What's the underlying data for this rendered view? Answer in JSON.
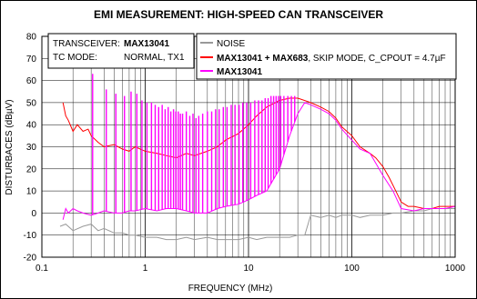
{
  "chart_data": {
    "type": "line",
    "title": "EMI MEASUREMENT: HIGH-SPEED CAN TRANSCEIVER",
    "xlabel": "FREQUENCY (MHz)",
    "ylabel": "DISTURBACES (dBµV)",
    "xscale": "log",
    "xlim": [
      0.1,
      1000
    ],
    "ylim": [
      -20,
      80
    ],
    "x_ticks": [
      "0.1",
      "1",
      "10",
      "100",
      "1000"
    ],
    "y_ticks": [
      "-20",
      "-10",
      "0",
      "10",
      "20",
      "30",
      "40",
      "50",
      "60",
      "70",
      "80"
    ],
    "grid": true,
    "info_box": [
      {
        "label": "TRANSCEIVER:",
        "value": "MAX13041"
      },
      {
        "label": "TC MODE:",
        "value": "NORMAL, TX1"
      }
    ],
    "legend_position": "top-right",
    "series": [
      {
        "name": "NOISE",
        "color": "#999999",
        "points": [
          [
            0.15,
            -6
          ],
          [
            0.17,
            -5
          ],
          [
            0.2,
            -8
          ],
          [
            0.25,
            -6
          ],
          [
            0.3,
            -5
          ],
          [
            0.35,
            -8
          ],
          [
            0.4,
            -7
          ],
          [
            0.5,
            -9
          ],
          [
            0.6,
            -9
          ],
          [
            0.7,
            -10
          ],
          [
            0.8,
            -10
          ],
          [
            1,
            -11
          ],
          [
            1.3,
            -11
          ],
          [
            1.6,
            -12
          ],
          [
            2,
            -12
          ],
          [
            2.5,
            -11
          ],
          [
            3,
            -12
          ],
          [
            4,
            -11
          ],
          [
            5,
            -12
          ],
          [
            6,
            -12
          ],
          [
            8,
            -12
          ],
          [
            10,
            -11
          ],
          [
            12,
            -12
          ],
          [
            15,
            -11
          ],
          [
            20,
            -11
          ],
          [
            25,
            -11
          ],
          [
            30,
            -10
          ],
          [
            35,
            -10
          ],
          [
            40,
            -1
          ],
          [
            50,
            -2
          ],
          [
            60,
            -1
          ],
          [
            70,
            -2
          ],
          [
            80,
            -1
          ],
          [
            100,
            -1
          ],
          [
            120,
            -2
          ],
          [
            150,
            -1
          ],
          [
            200,
            -1
          ],
          [
            250,
            0
          ],
          [
            300,
            0
          ],
          [
            400,
            1
          ],
          [
            500,
            1
          ],
          [
            600,
            2
          ],
          [
            800,
            2
          ],
          [
            1000,
            2
          ]
        ]
      },
      {
        "name": "MAX13041 + MAX683, SKIP MODE, C_CPOUT = 4.7µF",
        "color": "#ff0000",
        "points": [
          [
            0.16,
            50
          ],
          [
            0.17,
            44
          ],
          [
            0.18,
            42
          ],
          [
            0.2,
            37
          ],
          [
            0.22,
            40
          ],
          [
            0.25,
            37
          ],
          [
            0.28,
            38
          ],
          [
            0.3,
            35
          ],
          [
            0.35,
            32
          ],
          [
            0.4,
            30
          ],
          [
            0.5,
            31
          ],
          [
            0.6,
            29
          ],
          [
            0.7,
            28
          ],
          [
            0.8,
            30
          ],
          [
            1,
            28
          ],
          [
            1.3,
            27
          ],
          [
            1.6,
            26
          ],
          [
            2,
            25
          ],
          [
            2.5,
            27
          ],
          [
            3,
            26
          ],
          [
            4,
            28
          ],
          [
            5,
            30
          ],
          [
            6,
            33
          ],
          [
            8,
            36
          ],
          [
            10,
            40
          ],
          [
            12,
            44
          ],
          [
            15,
            48
          ],
          [
            20,
            51
          ],
          [
            25,
            52
          ],
          [
            30,
            52
          ],
          [
            40,
            50
          ],
          [
            50,
            48
          ],
          [
            60,
            46
          ],
          [
            70,
            43
          ],
          [
            80,
            39
          ],
          [
            100,
            35
          ],
          [
            120,
            30
          ],
          [
            150,
            27
          ],
          [
            170,
            25
          ],
          [
            200,
            21
          ],
          [
            230,
            16
          ],
          [
            260,
            11
          ],
          [
            300,
            5
          ],
          [
            350,
            3
          ],
          [
            400,
            3
          ],
          [
            500,
            2
          ],
          [
            600,
            2
          ],
          [
            700,
            3
          ],
          [
            800,
            3
          ],
          [
            1000,
            3
          ]
        ]
      },
      {
        "name": "MAX13041",
        "color": "#ff00ff",
        "points": [
          [
            0.16,
            -3
          ],
          [
            0.17,
            2
          ],
          [
            0.18,
            0
          ],
          [
            0.2,
            2
          ],
          [
            0.22,
            1
          ],
          [
            0.25,
            0
          ],
          [
            0.3,
            -1
          ],
          [
            0.35,
            0
          ],
          [
            0.4,
            1
          ],
          [
            0.5,
            0
          ],
          [
            0.6,
            0
          ],
          [
            0.7,
            1
          ],
          [
            0.8,
            1
          ],
          [
            1,
            2
          ],
          [
            1.3,
            1
          ],
          [
            1.6,
            2
          ],
          [
            2,
            2
          ],
          [
            2.5,
            1
          ],
          [
            3,
            0
          ],
          [
            4,
            0
          ],
          [
            5,
            2
          ],
          [
            6,
            3
          ],
          [
            8,
            4
          ],
          [
            10,
            6
          ],
          [
            12,
            8
          ],
          [
            15,
            10
          ],
          [
            20,
            20
          ],
          [
            25,
            35
          ],
          [
            30,
            45
          ],
          [
            35,
            50
          ],
          [
            40,
            49
          ],
          [
            50,
            47
          ],
          [
            60,
            45
          ],
          [
            70,
            42
          ],
          [
            80,
            38
          ],
          [
            100,
            33
          ],
          [
            120,
            29
          ],
          [
            150,
            27
          ],
          [
            200,
            17
          ],
          [
            250,
            10
          ],
          [
            300,
            2
          ],
          [
            400,
            1
          ],
          [
            500,
            2
          ],
          [
            600,
            2
          ],
          [
            800,
            2
          ],
          [
            1000,
            3
          ]
        ],
        "spikes": [
          [
            0.31,
            63
          ],
          [
            0.42,
            56
          ],
          [
            0.52,
            54
          ],
          [
            0.63,
            53
          ],
          [
            0.73,
            55
          ],
          [
            0.83,
            54
          ],
          [
            0.93,
            51
          ],
          [
            1.04,
            50
          ],
          [
            1.15,
            50
          ],
          [
            1.25,
            49
          ],
          [
            1.35,
            48
          ],
          [
            1.46,
            49
          ],
          [
            1.56,
            47
          ],
          [
            1.67,
            48
          ],
          [
            1.77,
            46
          ],
          [
            1.88,
            47
          ],
          [
            1.98,
            46
          ],
          [
            2.09,
            46
          ],
          [
            2.19,
            45
          ],
          [
            2.3,
            45
          ],
          [
            2.5,
            46
          ],
          [
            2.7,
            44
          ],
          [
            2.9,
            45
          ],
          [
            3.1,
            43
          ],
          [
            3.3,
            44
          ],
          [
            3.6,
            45
          ],
          [
            4.0,
            46
          ],
          [
            4.4,
            46
          ],
          [
            4.8,
            47
          ],
          [
            5.2,
            47
          ],
          [
            5.7,
            48
          ],
          [
            6.2,
            48
          ],
          [
            6.8,
            49
          ],
          [
            7.4,
            49
          ],
          [
            8.1,
            49
          ],
          [
            8.8,
            50
          ],
          [
            9.6,
            50
          ],
          [
            10.5,
            50
          ],
          [
            11.5,
            51
          ],
          [
            12.5,
            51
          ],
          [
            13.5,
            51
          ],
          [
            14.5,
            52
          ],
          [
            15.5,
            52
          ],
          [
            16.5,
            53
          ],
          [
            17.5,
            53
          ],
          [
            18.5,
            53
          ],
          [
            19.5,
            53
          ],
          [
            20.5,
            53
          ],
          [
            22,
            53
          ],
          [
            24,
            53
          ],
          [
            26,
            53
          ],
          [
            28,
            53
          ]
        ]
      }
    ]
  }
}
